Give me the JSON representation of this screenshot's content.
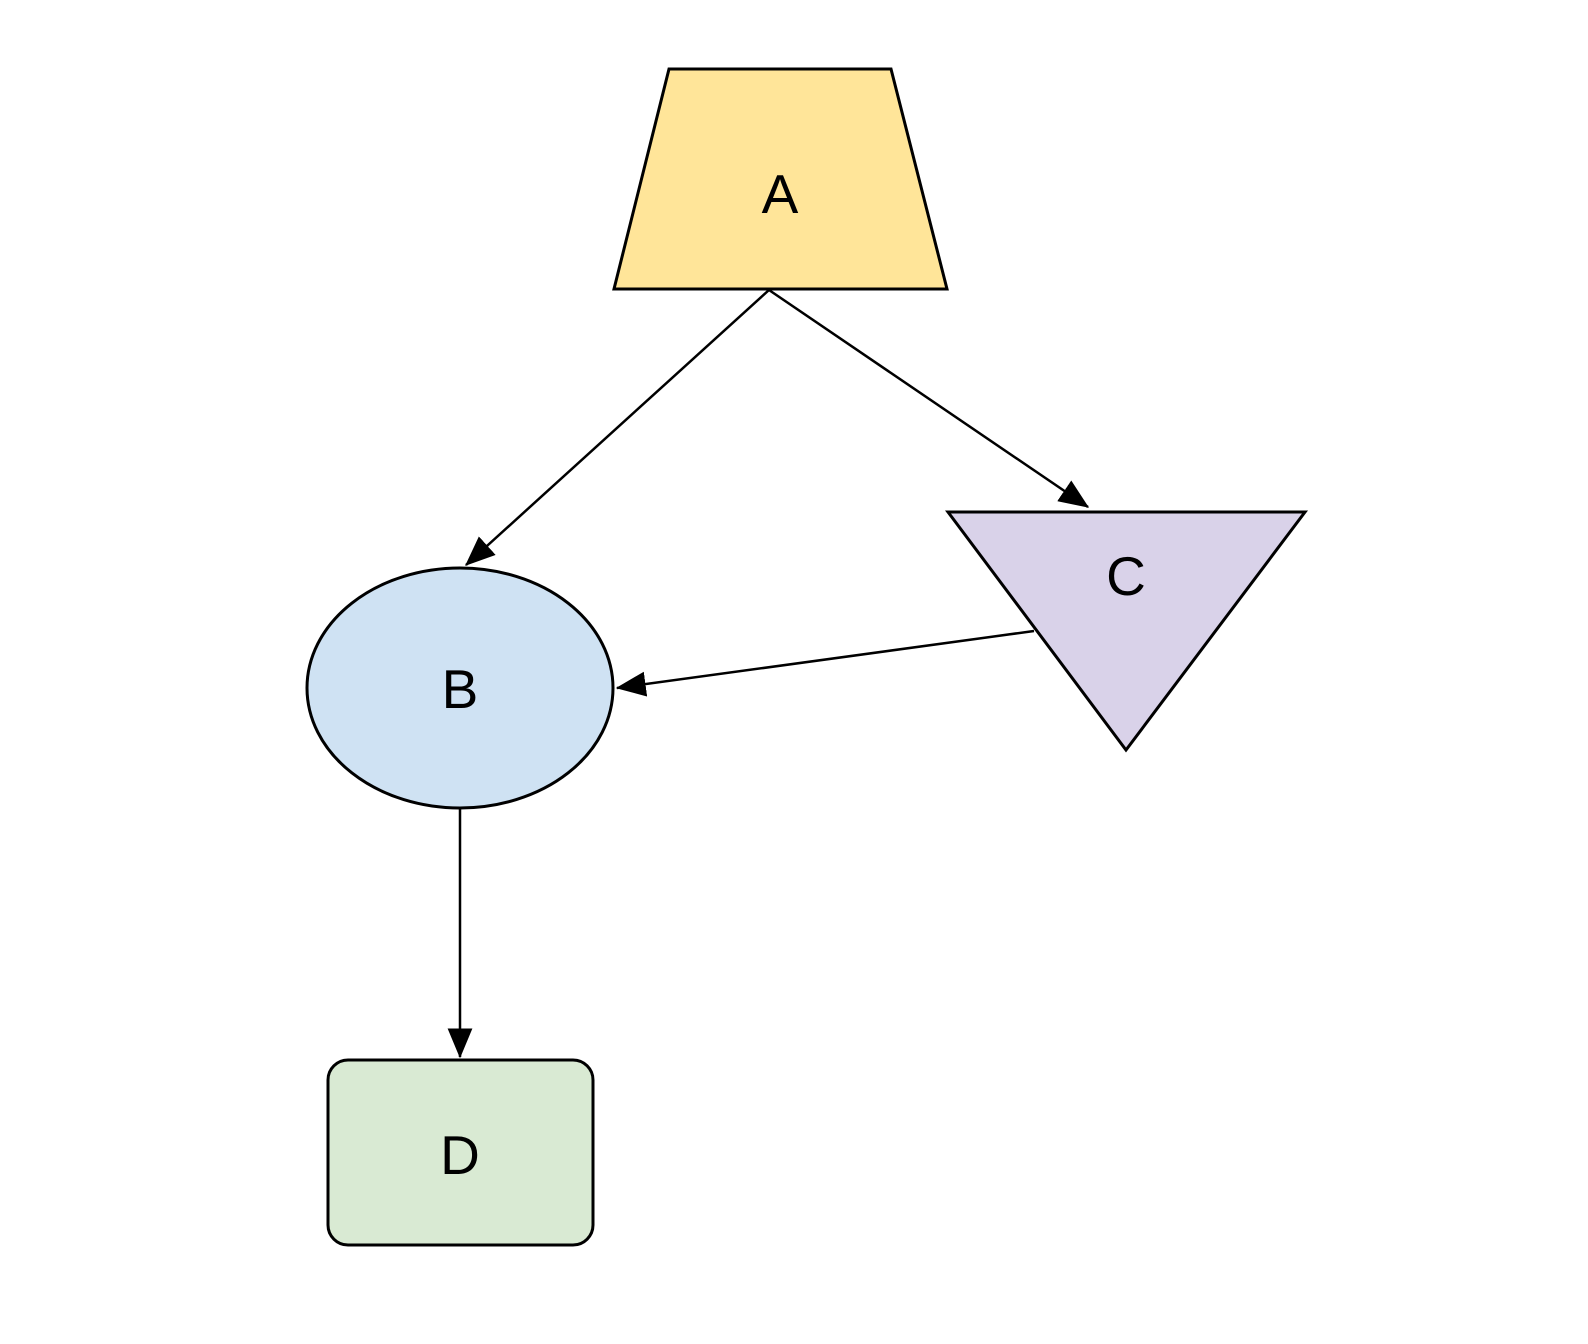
{
  "diagram": {
    "background": "#ffffff",
    "stroke_color": "#000000",
    "label_color": "#000000",
    "nodes": {
      "A": {
        "label": "A",
        "shape": "trapezoid",
        "fill": "#ffe599"
      },
      "B": {
        "label": "B",
        "shape": "ellipse",
        "fill": "#cfe2f3"
      },
      "C": {
        "label": "C",
        "shape": "inverted-triangle",
        "fill": "#d9d2e9"
      },
      "D": {
        "label": "D",
        "shape": "rounded-rectangle",
        "fill": "#d9ead3"
      }
    },
    "edges": [
      {
        "from": "A",
        "to": "B",
        "type": "arrow"
      },
      {
        "from": "A",
        "to": "C",
        "type": "arrow"
      },
      {
        "from": "C",
        "to": "B",
        "type": "arrow"
      },
      {
        "from": "B",
        "to": "D",
        "type": "arrow"
      }
    ]
  }
}
